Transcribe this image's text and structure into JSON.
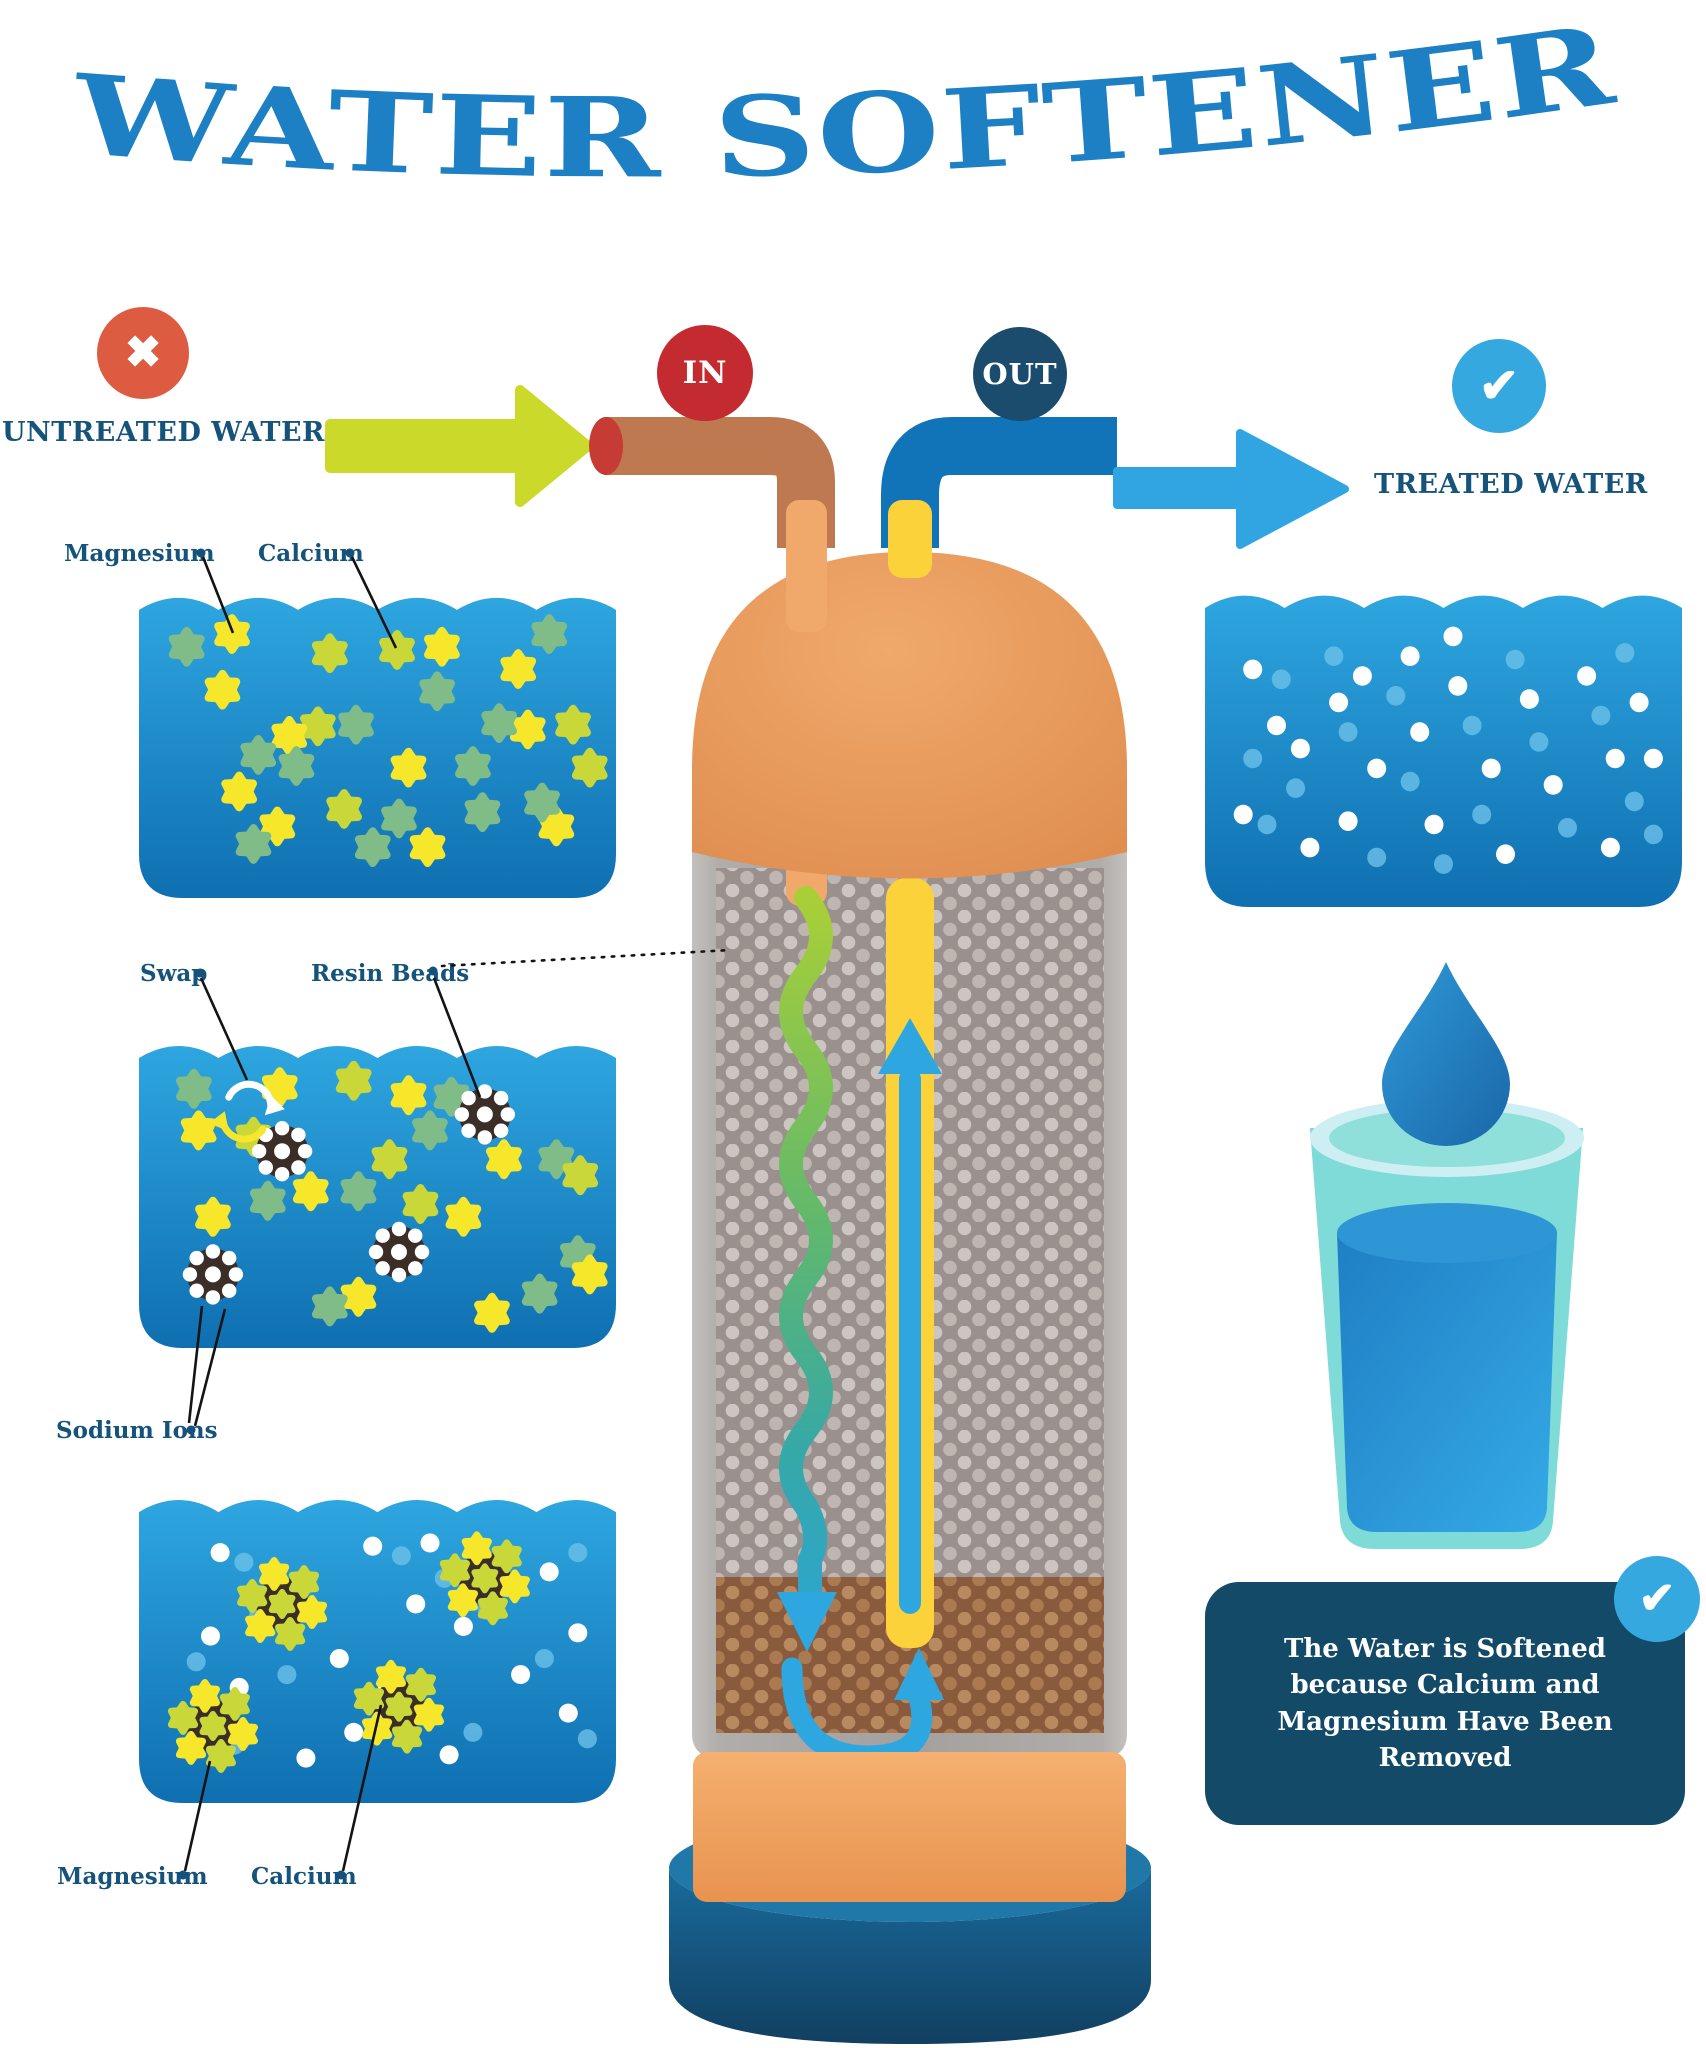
{
  "title": "WATER SOFTENER",
  "colors": {
    "title_blue": "#1d80c4",
    "label_teal": "#15537b",
    "untreated_badge_red": "#dd5b41",
    "in_badge_red": "#c32b31",
    "out_badge_navy": "#1c4c6d",
    "check_badge_blue": "#35a8e0",
    "arrow_yellow_green": "#cbd92b",
    "arrow_light_blue": "#31a5e2",
    "copper_pipe": "#bf7950",
    "blue_pipe": "#1173b8",
    "yellow_tube": "#fcd23a",
    "star_magnesium_yellow": "#f6e72b",
    "star_calcium_yellowgreen": "#c9d838",
    "star_green": "#7fbc88",
    "sodium_white": "#ffffff",
    "sodium_light_blue": "#6cc0e8",
    "resin_bead_dark": "#3b2e29",
    "water_top": "#2ea6e0",
    "water_bottom": "#0f6fb1",
    "info_box_navy": "#134a68"
  },
  "flow": {
    "untreated_label": "UNTREATED WATER",
    "in_label": "IN",
    "out_label": "OUT",
    "treated_label": "TREATED WATER"
  },
  "boxes": {
    "untreated": {
      "labels": {
        "magnesium": "Magnesium",
        "calcium": "Calcium"
      },
      "stars": [
        [
          "mg",
          0.195,
          0.17
        ],
        [
          "ca2",
          0.1,
          0.21
        ],
        [
          "ca",
          0.4,
          0.23
        ],
        [
          "ca",
          0.541,
          0.22
        ],
        [
          "mg",
          0.635,
          0.21
        ],
        [
          "ca2",
          0.86,
          0.17
        ],
        [
          "mg",
          0.795,
          0.28
        ],
        [
          "mg",
          0.175,
          0.345
        ],
        [
          "ca2",
          0.625,
          0.35
        ],
        [
          "ca",
          0.375,
          0.46
        ],
        [
          "ca2",
          0.455,
          0.455
        ],
        [
          "mg",
          0.315,
          0.49
        ],
        [
          "ca2",
          0.25,
          0.55
        ],
        [
          "ca2",
          0.33,
          0.585
        ],
        [
          "mg",
          0.815,
          0.47
        ],
        [
          "ca2",
          0.755,
          0.45
        ],
        [
          "ca",
          0.91,
          0.455
        ],
        [
          "mg",
          0.565,
          0.59
        ],
        [
          "ca2",
          0.7,
          0.585
        ],
        [
          "mg",
          0.21,
          0.665
        ],
        [
          "ca",
          0.43,
          0.72
        ],
        [
          "ca2",
          0.545,
          0.75
        ],
        [
          "mg",
          0.29,
          0.775
        ],
        [
          "ca2",
          0.24,
          0.83
        ],
        [
          "ca2",
          0.49,
          0.84
        ],
        [
          "mg",
          0.605,
          0.84
        ],
        [
          "ca2",
          0.72,
          0.73
        ],
        [
          "mg",
          0.875,
          0.775
        ],
        [
          "ca2",
          0.845,
          0.7
        ],
        [
          "ca",
          0.945,
          0.59
        ]
      ]
    },
    "exchange": {
      "labels": {
        "swap": "Swap",
        "resin_beads": "Resin Beads",
        "sodium_ions": "Sodium Ions"
      },
      "stars": [
        [
          "ca2",
          0.115,
          0.19
        ],
        [
          "mg",
          0.295,
          0.185
        ],
        [
          "ca",
          0.45,
          0.165
        ],
        [
          "mg",
          0.565,
          0.21
        ],
        [
          "ca2",
          0.655,
          0.215
        ],
        [
          "mg",
          0.125,
          0.32
        ],
        [
          "ca",
          0.24,
          0.34
        ],
        [
          "ca2",
          0.61,
          0.32
        ],
        [
          "mg",
          0.765,
          0.41
        ],
        [
          "ca",
          0.525,
          0.41
        ],
        [
          "ca2",
          0.46,
          0.51
        ],
        [
          "mg",
          0.36,
          0.51
        ],
        [
          "ca2",
          0.27,
          0.54
        ],
        [
          "mg",
          0.155,
          0.59
        ],
        [
          "ca",
          0.59,
          0.55
        ],
        [
          "mg",
          0.68,
          0.59
        ],
        [
          "ca2",
          0.875,
          0.41
        ],
        [
          "ca",
          0.925,
          0.46
        ],
        [
          "ca2",
          0.92,
          0.71
        ],
        [
          "mg",
          0.945,
          0.77
        ],
        [
          "ca2",
          0.84,
          0.83
        ],
        [
          "mg",
          0.46,
          0.84
        ],
        [
          "ca2",
          0.4,
          0.87
        ],
        [
          "mg",
          0.74,
          0.89
        ]
      ],
      "beads": [
        [
          0.3,
          0.385
        ],
        [
          0.725,
          0.27
        ],
        [
          0.155,
          0.77
        ],
        [
          0.545,
          0.7
        ]
      ],
      "swap_pos": [
        0.205,
        0.26
      ]
    },
    "regenerated": {
      "labels": {
        "magnesium": "Magnesium",
        "calcium": "Calcium"
      },
      "beads_loaded": [
        [
          0.3,
          0.38
        ],
        [
          0.725,
          0.3
        ],
        [
          0.155,
          0.76
        ],
        [
          0.545,
          0.7
        ]
      ],
      "dots": [
        [
          "na",
          0.17,
          0.22
        ],
        [
          "na2",
          0.22,
          0.25
        ],
        [
          "na",
          0.3,
          0.33
        ],
        [
          "na2",
          0.25,
          0.42
        ],
        [
          "na",
          0.15,
          0.48
        ],
        [
          "na2",
          0.12,
          0.56
        ],
        [
          "na",
          0.21,
          0.64
        ],
        [
          "na2",
          0.31,
          0.6
        ],
        [
          "na",
          0.42,
          0.55
        ],
        [
          "na",
          0.49,
          0.2
        ],
        [
          "na2",
          0.55,
          0.23
        ],
        [
          "na",
          0.61,
          0.19
        ],
        [
          "na2",
          0.64,
          0.3
        ],
        [
          "na",
          0.58,
          0.38
        ],
        [
          "na",
          0.68,
          0.45
        ],
        [
          "na2",
          0.73,
          0.4
        ],
        [
          "na",
          0.52,
          0.63
        ],
        [
          "na2",
          0.57,
          0.7
        ],
        [
          "na",
          0.45,
          0.78
        ],
        [
          "na",
          0.65,
          0.85
        ],
        [
          "na2",
          0.7,
          0.78
        ],
        [
          "na",
          0.8,
          0.6
        ],
        [
          "na2",
          0.85,
          0.55
        ],
        [
          "na",
          0.92,
          0.47
        ],
        [
          "na",
          0.9,
          0.72
        ],
        [
          "na2",
          0.94,
          0.8
        ],
        [
          "na",
          0.35,
          0.86
        ],
        [
          "na2",
          0.2,
          0.82
        ],
        [
          "na",
          0.86,
          0.28
        ],
        [
          "na2",
          0.92,
          0.22
        ]
      ]
    },
    "treated": {
      "dots": [
        [
          "na",
          0.1,
          0.28
        ],
        [
          "na2",
          0.16,
          0.31
        ],
        [
          "na",
          0.15,
          0.45
        ],
        [
          "na2",
          0.1,
          0.55
        ],
        [
          "na",
          0.2,
          0.52
        ],
        [
          "na",
          0.08,
          0.72
        ],
        [
          "na2",
          0.13,
          0.75
        ],
        [
          "na",
          0.22,
          0.82
        ],
        [
          "na2",
          0.19,
          0.64
        ],
        [
          "na",
          0.28,
          0.38
        ],
        [
          "na2",
          0.3,
          0.47
        ],
        [
          "na",
          0.33,
          0.3
        ],
        [
          "na2",
          0.27,
          0.24
        ],
        [
          "na",
          0.36,
          0.58
        ],
        [
          "na",
          0.3,
          0.74
        ],
        [
          "na2",
          0.36,
          0.85
        ],
        [
          "na",
          0.43,
          0.24
        ],
        [
          "na2",
          0.4,
          0.36
        ],
        [
          "na",
          0.45,
          0.47
        ],
        [
          "na2",
          0.43,
          0.62
        ],
        [
          "na",
          0.48,
          0.75
        ],
        [
          "na2",
          0.5,
          0.87
        ],
        [
          "na",
          0.53,
          0.33
        ],
        [
          "na2",
          0.56,
          0.45
        ],
        [
          "na",
          0.52,
          0.18
        ],
        [
          "na",
          0.6,
          0.58
        ],
        [
          "na2",
          0.58,
          0.72
        ],
        [
          "na",
          0.63,
          0.84
        ],
        [
          "na2",
          0.65,
          0.25
        ],
        [
          "na",
          0.68,
          0.37
        ],
        [
          "na2",
          0.7,
          0.5
        ],
        [
          "na",
          0.73,
          0.63
        ],
        [
          "na2",
          0.76,
          0.76
        ],
        [
          "na",
          0.8,
          0.3
        ],
        [
          "na2",
          0.83,
          0.42
        ],
        [
          "na",
          0.86,
          0.55
        ],
        [
          "na2",
          0.88,
          0.23
        ],
        [
          "na",
          0.91,
          0.38
        ],
        [
          "na2",
          0.9,
          0.68
        ],
        [
          "na",
          0.85,
          0.82
        ],
        [
          "na2",
          0.94,
          0.78
        ],
        [
          "na",
          0.94,
          0.55
        ]
      ]
    }
  },
  "info_box": {
    "text": "The Water is Softened because Calcium and Magnesium Have Been Removed"
  }
}
